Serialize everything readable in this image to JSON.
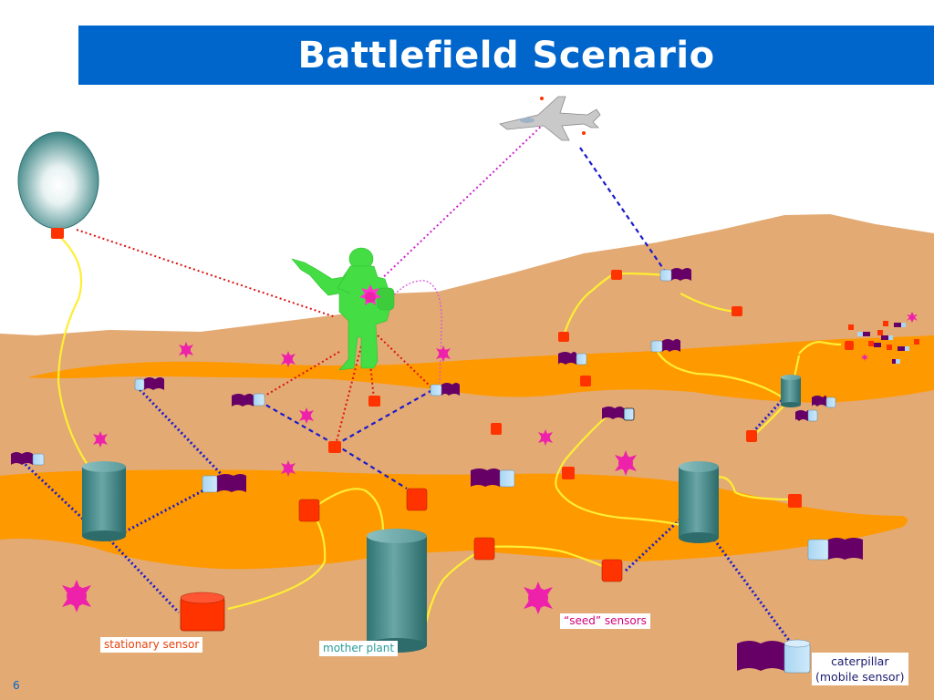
{
  "slide": {
    "title": "Battlefield Scenario",
    "number": "6"
  },
  "labels": {
    "stationary_sensor": "stationary sensor",
    "mother_plant": "mother plant",
    "seed_sensors": "“seed” sensors",
    "caterpillar_line1": "caterpillar",
    "caterpillar_line2": "(mobile sensor)"
  },
  "colors": {
    "title_bar": "#0066cc",
    "terrain": "#e3aa73",
    "river": "#ff9900",
    "cylinder": "#3f8a8a",
    "red_sensor": "#ff3300",
    "seed_star": "#ee22aa",
    "caterpillar": "#660066",
    "soldier": "#44dd44",
    "wire_yellow": "#ffee33",
    "link_blue": "#1a1acc",
    "link_red": "#dd1111",
    "link_magenta": "#cc22cc"
  },
  "icons": {
    "balloon": "balloon-icon",
    "aircraft": "fighter-jet-icon",
    "soldier": "soldier-icon",
    "mother_plant": "mother-plant-icon",
    "stationary": "stationary-sensor-icon",
    "seed": "seed-sensor-icon",
    "caterpillar": "caterpillar-icon"
  }
}
